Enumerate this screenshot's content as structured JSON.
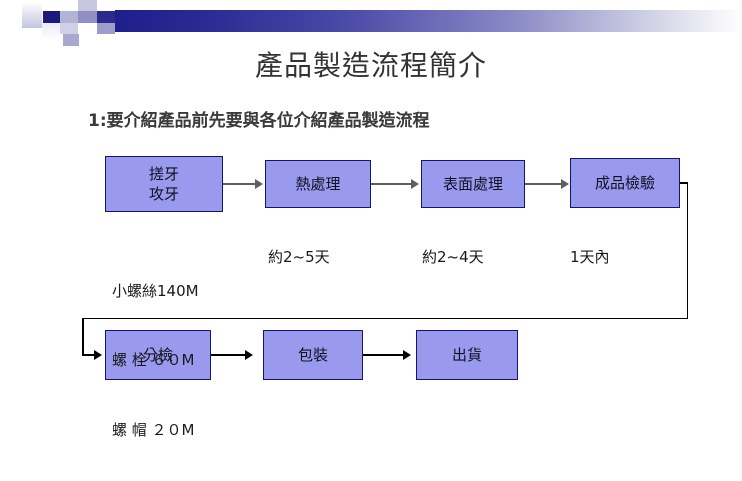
{
  "slide": {
    "title": "產品製造流程簡介",
    "subtitle": "1:要介紹產品前先要與各位介紹產品製造流程"
  },
  "colors": {
    "box_fill": "#9999EE",
    "box_border": "#151570",
    "arrow_gray": "#5F5F5F",
    "arrow_black": "#000000",
    "band_navy": "#1F1F8C",
    "title_text": "#333333"
  },
  "flow": {
    "row1": [
      {
        "id": "box-cutting-tapping",
        "label": "搓牙\n攻牙"
      },
      {
        "id": "box-heat-treatment",
        "label": "熱處理"
      },
      {
        "id": "box-surface-treatment",
        "label": "表面處理"
      },
      {
        "id": "box-final-inspection",
        "label": "成品檢驗"
      }
    ],
    "row2": [
      {
        "id": "box-sorting",
        "label": "分檢"
      },
      {
        "id": "box-packing",
        "label": "包裝"
      },
      {
        "id": "box-shipping",
        "label": "出貨"
      }
    ]
  },
  "annotations": {
    "capacity": {
      "line1": "小螺絲140M",
      "line2": "螺 栓 ６０M",
      "line3": "螺 帽 ２０M"
    },
    "heat_treatment_time": "約2~5天",
    "surface_treatment_time": "約2~4天",
    "inspection_time": "1天內"
  }
}
